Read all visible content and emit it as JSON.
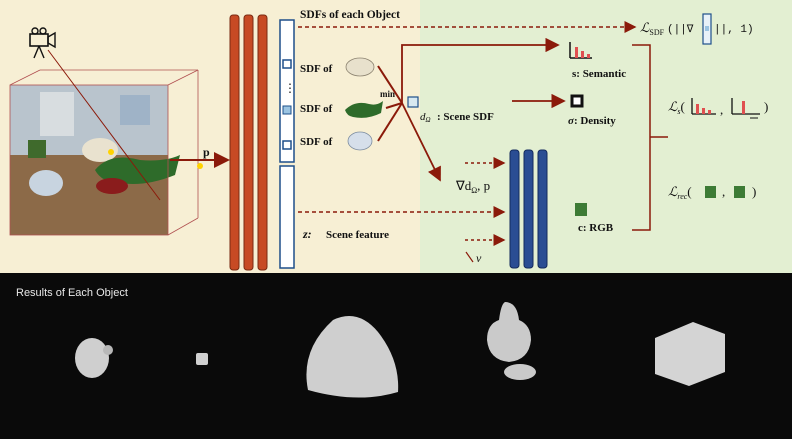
{
  "colors": {
    "cream_bg": "#f7efd4",
    "green_bg": "#e3efd2",
    "dark_bg": "#0a0a0a",
    "mlp_red": "#c74a24",
    "mlp_blue": "#2a4d93",
    "arrow_red": "#8b1a0a",
    "code_blue": "#1e4f8a",
    "rgb_green": "#3d7b35",
    "semantic_red": "#e05050"
  },
  "top": {
    "sdfs_label": "SDFs of each Object",
    "point_label": "p",
    "sdf_rows": [
      {
        "label": "SDF of",
        "icon": "rabbit-plush-icon"
      },
      {
        "label": "SDF of",
        "icon": "crocodile-plush-icon"
      },
      {
        "label": "SDF of",
        "icon": "axolotl-plush-icon"
      }
    ],
    "min_label": "min",
    "scene_sdf_symbol": "d",
    "scene_sdf_subscript": "Ω",
    "scene_sdf_text": ": Scene SDF",
    "grad_label": "∇d",
    "grad_subscript": "Ω",
    "grad_suffix": ", p",
    "view_dir_label": "v",
    "scene_feature_label": "z:",
    "scene_feature_text": "Scene feature",
    "outputs": {
      "semantic_symbol": "s",
      "semantic_text": ": Semantic",
      "density_symbol": "σ",
      "density_text": ": Density",
      "rgb_symbol": "c",
      "rgb_text": ": RGB"
    },
    "losses": {
      "sdf_loss_name": "SDF",
      "sdf_loss_open": "(||∇",
      "sdf_loss_close": "||, 1)",
      "sem_loss_name": "s",
      "rec_loss_name": "rec"
    }
  },
  "bottom": {
    "results_label": "Results of Each Object",
    "objects": [
      "rabbit-plush-render",
      "small-cube-render",
      "large-plush-render",
      "axolotl-plush-render",
      "cube-render"
    ]
  }
}
